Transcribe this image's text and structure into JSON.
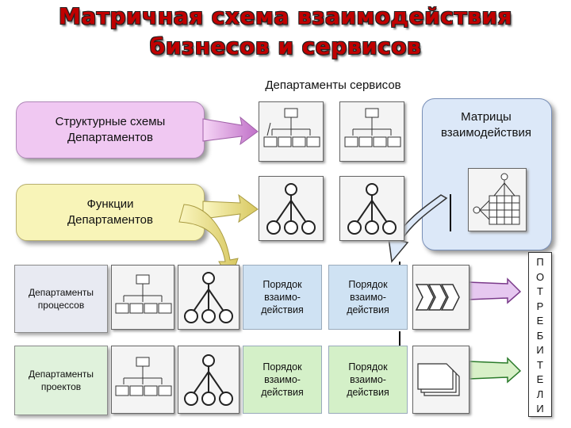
{
  "title": {
    "line1": "Матричная схема взаимодействия",
    "line2": "бизнесов и сервисов"
  },
  "services_header": "Департаменты сервисов",
  "structural": "Структурные схемы Департаментов",
  "functions": "Функции Департаментов",
  "matrices": "Матрицы взаимодействия",
  "processes": "Департаменты процессов",
  "projects": "Департаменты проектов",
  "interaction_cells": [
    "Порядок взаимо-действия",
    "Порядок взаимо-действия",
    "Порядок взаимо-действия",
    "Порядок взаимо-действия"
  ],
  "consumers_letters": [
    "П",
    "О",
    "Т",
    "Р",
    "Е",
    "Б",
    "И",
    "Т",
    "Е",
    "Л",
    "И"
  ],
  "colors": {
    "title": "#c00000",
    "pink": "#f0c8f2",
    "yellow": "#f8f4b8",
    "blue": "#dce8f8",
    "cell_blue": "#cfe2f3",
    "cell_green": "#d4f0c8"
  }
}
